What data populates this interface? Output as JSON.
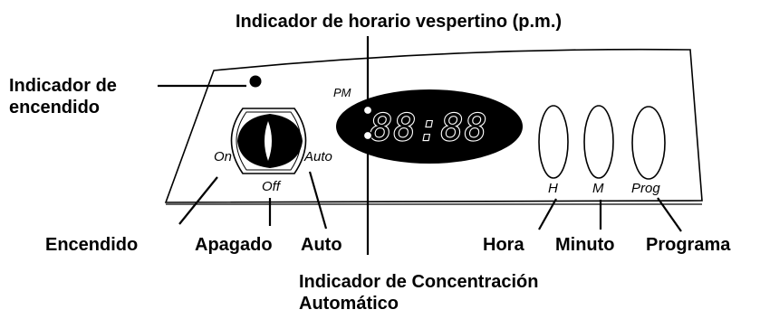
{
  "callouts": {
    "pm_indicator": "Indicador de horario vespertino (p.m.)",
    "power_indicator_line1": "Indicador de",
    "power_indicator_line2": "encendido",
    "on": "Encendido",
    "off": "Apagado",
    "auto": "Auto",
    "hour": "Hora",
    "minute": "Minuto",
    "program": "Programa",
    "auto_strength_line1": "Indicador de Concentración",
    "auto_strength_line2": "Automático"
  },
  "panel": {
    "pm_label": "PM",
    "display_digits": "88:88",
    "switch_on": "On",
    "switch_off": "Off",
    "switch_auto": "Auto",
    "button_hour": "H",
    "button_minute": "M",
    "button_program": "Prog"
  },
  "colors": {
    "ink": "#000000",
    "display_background": "#000000",
    "display_digits": "#000000",
    "digit_outline": "#ffffff",
    "page_background": "#ffffff"
  }
}
